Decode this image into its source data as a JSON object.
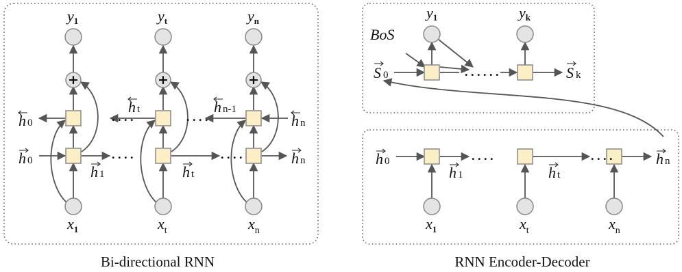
{
  "captions": {
    "left": "Bi-directional RNN",
    "right": "RNN Encoder-Decoder"
  },
  "colors": {
    "cell": "#fcefc6",
    "cell_stroke": "#888888",
    "node": "#e4e4e4",
    "arrow": "#555555",
    "border": "#666666"
  },
  "bidirectional": {
    "outputs": [
      {
        "var": "y",
        "sub": "1"
      },
      {
        "var": "y",
        "sub": "t"
      },
      {
        "var": "y",
        "sub": "n"
      }
    ],
    "inputs": [
      {
        "var": "x",
        "sub": "1"
      },
      {
        "var": "x",
        "sub": "t"
      },
      {
        "var": "x",
        "sub": "n"
      }
    ],
    "plus_symbol": "+",
    "ellipsis": ". . . .",
    "backward_states": [
      {
        "var": "h",
        "sub": "0"
      },
      {
        "var": "h",
        "sub": "t"
      },
      {
        "var": "h",
        "sub": "n-1"
      },
      {
        "var": "h",
        "sub": "n"
      }
    ],
    "forward_states": [
      {
        "var": "h",
        "sub": "0"
      },
      {
        "var": "h",
        "sub": "1"
      },
      {
        "var": "h",
        "sub": "t"
      },
      {
        "var": "h",
        "sub": "n"
      }
    ]
  },
  "decoder": {
    "bos": "BoS",
    "start_state": {
      "var": "S",
      "sub": "0"
    },
    "end_state": {
      "var": "S",
      "sub": "k"
    },
    "outputs": [
      {
        "var": "y",
        "sub": "1"
      },
      {
        "var": "y",
        "sub": "k"
      }
    ],
    "ellipsis": ". . . . . ."
  },
  "encoder": {
    "states": [
      {
        "var": "h",
        "sub": "0"
      },
      {
        "var": "h",
        "sub": "1"
      },
      {
        "var": "h",
        "sub": "t"
      },
      {
        "var": "h",
        "sub": "n"
      }
    ],
    "inputs": [
      {
        "var": "x",
        "sub": "1"
      },
      {
        "var": "x",
        "sub": "t"
      },
      {
        "var": "x",
        "sub": "n"
      }
    ],
    "ellipsis": ". . . ."
  }
}
